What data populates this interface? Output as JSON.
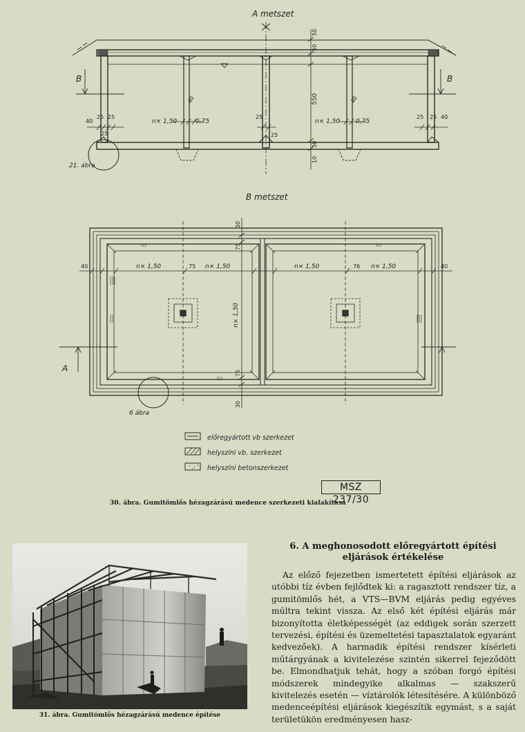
{
  "figure30": {
    "labels": {
      "section_a": "A metszet",
      "section_b": "B metszet",
      "cut_b": "B",
      "cut_a": "A",
      "detail_21": "21. ábra",
      "detail_6": "6 ábra",
      "dim_n150": "n× 1,50",
      "dim_075": "0,75",
      "dim_25": "25",
      "dim_40": "40",
      "dim_75": "75",
      "dim_76": "76",
      "dim_30": "30",
      "dim_50": "50",
      "dim_550": "550",
      "dim_10": "10",
      "dim_n150_vert": "n× 1,50"
    },
    "legend": [
      {
        "label": "előregyártott vb szerkezet"
      },
      {
        "label": "helyszíni vb. szerkezet"
      },
      {
        "label": "helyszíni betonszerkezet"
      }
    ],
    "standard_code": "MSZ 237/30",
    "caption": "30. ábra. Gumitömlős hézagzárású medence szerkezeti kialakítása"
  },
  "figure31": {
    "caption": "31. ábra. Gumitömlős hézagzárású medence építése"
  },
  "section": {
    "heading": "6. A meghonosodott előregyártott építési eljárások értékelése",
    "paragraph": "Az előző fejezetben ismertetett építési eljárások az utóbbi tíz évben fejlődtek ki: a ragasztott rendszer tíz, a gumitömlős hét, a VTS—BVM eljárás pedig egyéves múltra tekint vissza. Az első két építési eljárás már bizonyította életképességét (az eddigek során szerzett tervezési, építési és üzemeltetési tapasztalatok egyaránt kedvezőek). A harmadik építési rendszer kísérleti műtárgyának a kivitelezése szintén sikerrel fejeződött be. Elmondhatjuk tehát, hogy a szóban forgó építési módszerek mindegyike alkalmas — szakszerű kivitelezés esetén — víztárolók létesítésére. A különböző medenceépítési eljárások kiegészítik egymást, s a saját területükön eredményesen hasz-"
  }
}
